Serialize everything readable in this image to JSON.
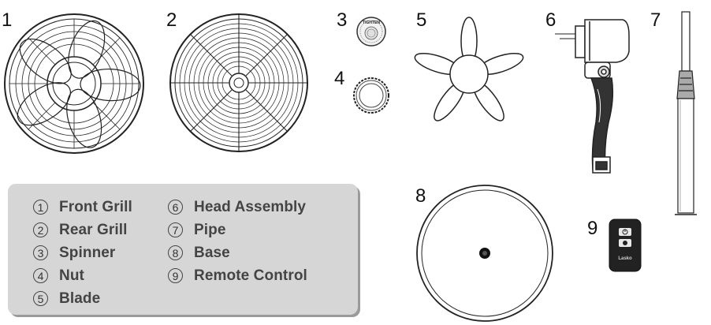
{
  "callouts": [
    "1",
    "2",
    "3",
    "4",
    "5",
    "6",
    "7",
    "8",
    "9"
  ],
  "legend": {
    "left_column": [
      {
        "num": "1",
        "label": "Front Grill"
      },
      {
        "num": "2",
        "label": "Rear Grill"
      },
      {
        "num": "3",
        "label": "Spinner"
      },
      {
        "num": "4",
        "label": "Nut"
      },
      {
        "num": "5",
        "label": "Blade"
      }
    ],
    "right_column": [
      {
        "num": "6",
        "label": "Head Assembly"
      },
      {
        "num": "7",
        "label": "Pipe"
      },
      {
        "num": "8",
        "label": "Base"
      },
      {
        "num": "9",
        "label": "Remote Control"
      }
    ]
  },
  "spinner_text": "TIGHTEN",
  "remote_brand": "Lasko",
  "colors": {
    "legend_bg": "#d6d6d6",
    "line": "#222222",
    "text": "#444444"
  },
  "icons": [
    "front-grill",
    "rear-grill",
    "spinner",
    "nut",
    "blade",
    "head-assembly",
    "pipe",
    "base",
    "remote-control"
  ]
}
